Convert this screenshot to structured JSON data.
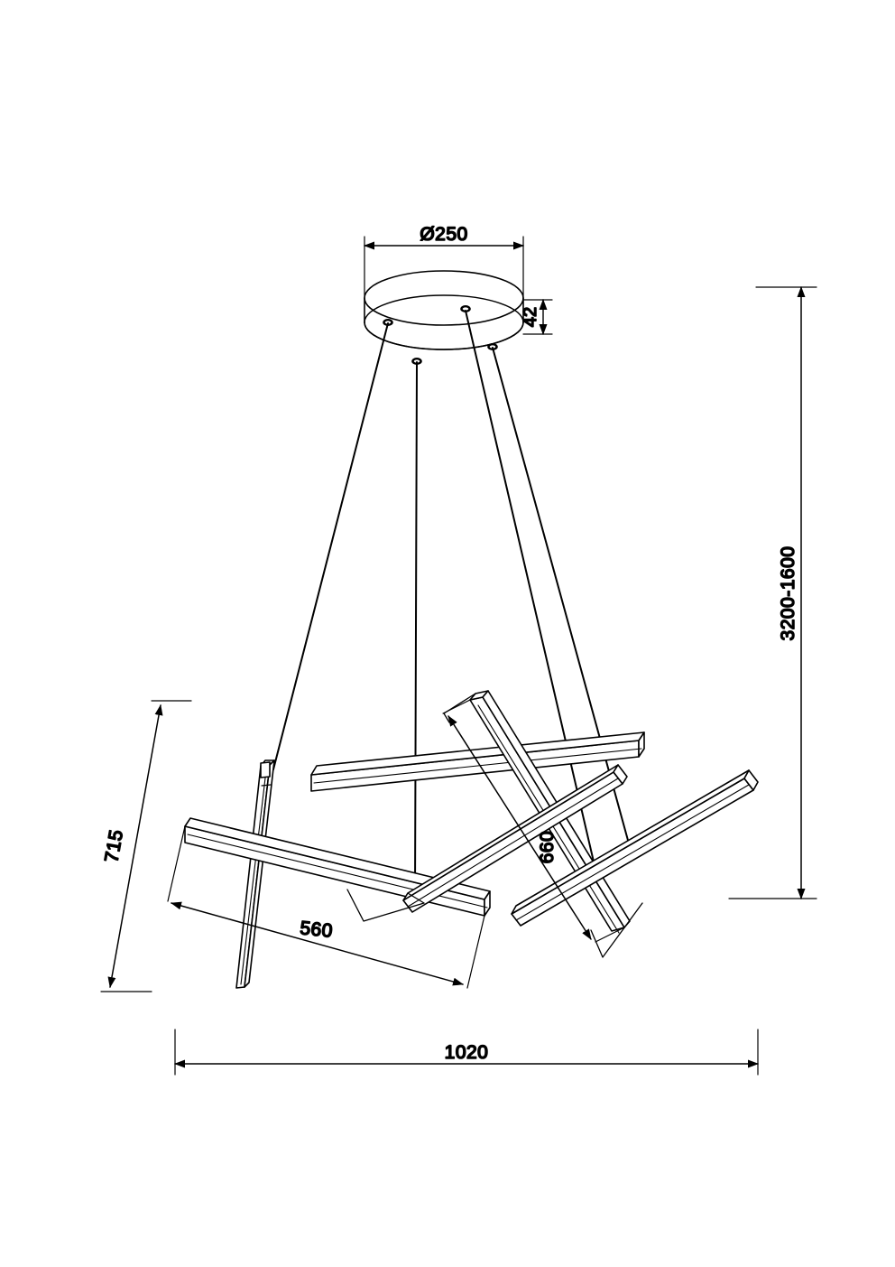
{
  "drawing": {
    "type": "technical-dimension-drawing",
    "subject": "suspended-led-bar-pendant-luminaire",
    "units": "mm",
    "background_color": "#ffffff",
    "line_color": "#000000",
    "view": "isometric"
  },
  "dimensions": {
    "canopy_diameter": "Ø250",
    "canopy_height": "42",
    "suspension_height_range": "3200-1600",
    "fixture_height": "715",
    "fixture_depth": "560",
    "fixture_diagonal": "660",
    "fixture_width": "1020"
  },
  "labels": {
    "canopy_diameter_label": "Ø250",
    "canopy_thickness_label": "42",
    "drop_label": "3200-1600",
    "height_label": "715",
    "depth_label": "560",
    "diagonal_label": "660",
    "width_label": "1020"
  },
  "components": {
    "canopy": {
      "name": "ceiling-canopy",
      "shape": "round-disc",
      "cable_outlets": 4
    },
    "suspension_cables": {
      "name": "suspension-cables",
      "count": 4
    },
    "led_bars": {
      "name": "led-bar-array",
      "count": 6,
      "description": "crossing linear led bars"
    }
  }
}
